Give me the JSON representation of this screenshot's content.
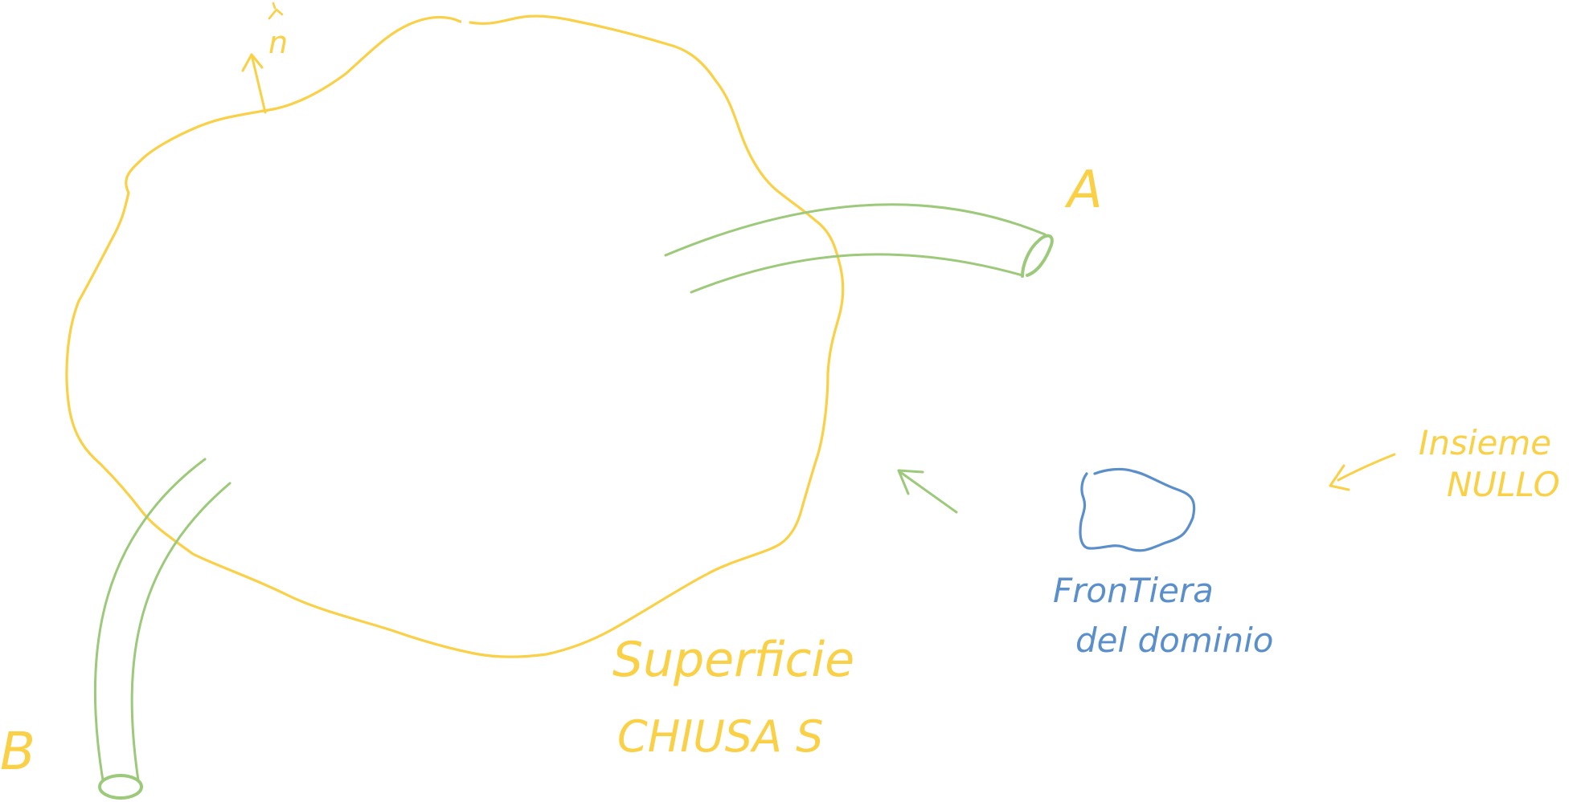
{
  "colors": {
    "surface": "#F9D046",
    "tube": "#9CC97A",
    "boundary": "#5B8FCC",
    "background": "#FFFFFF"
  },
  "labels": {
    "normal": "n",
    "tube_a": "A",
    "tube_b": "B",
    "surface_line1": "Superficie",
    "surface_line2": "CHIUSA S",
    "boundary_line1": "FronTiera",
    "boundary_line2": "del dominio",
    "null_set_line1": "Insieme",
    "null_set_line2": "NULLO"
  }
}
